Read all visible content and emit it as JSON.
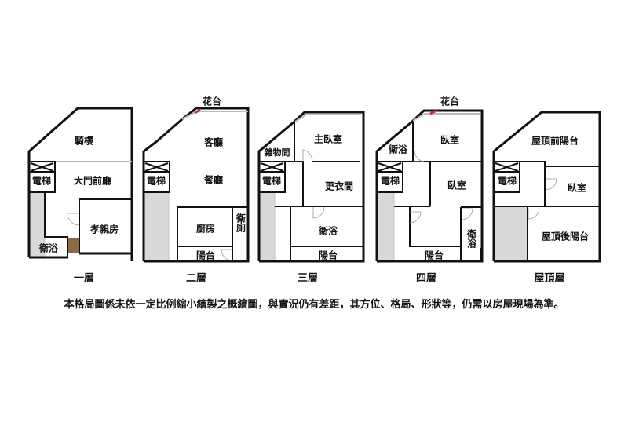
{
  "floors": [
    {
      "name": "一層",
      "rooms": [
        "騎樓",
        "大門前廳",
        "電梯",
        "孝親房",
        "衛浴"
      ]
    },
    {
      "name": "二層",
      "rooms": [
        "花台",
        "客廳",
        "餐廳",
        "電梯",
        "廚房",
        "衛廁",
        "陽台"
      ]
    },
    {
      "name": "三層",
      "rooms": [
        "雜物間",
        "主臥室",
        "電梯",
        "更衣間",
        "衛浴",
        "陽台"
      ]
    },
    {
      "name": "四層",
      "rooms": [
        "花台",
        "衛浴",
        "臥室",
        "電梯",
        "臥室",
        "衛浴",
        "陽台"
      ]
    },
    {
      "name": "屋頂層",
      "rooms": [
        "屋頂前陽台",
        "電梯",
        "臥室",
        "屋頂後陽台"
      ]
    }
  ],
  "caption": "本格局圖係未依一定比例縮小繪製之概繪圖，與實況仍有差距，其方位、格局、形狀等，仍需以房屋現場為準。",
  "colors": {
    "planter": "#c0394a",
    "closet": "#8b6a3e",
    "stairs": "#d8d8d8"
  }
}
